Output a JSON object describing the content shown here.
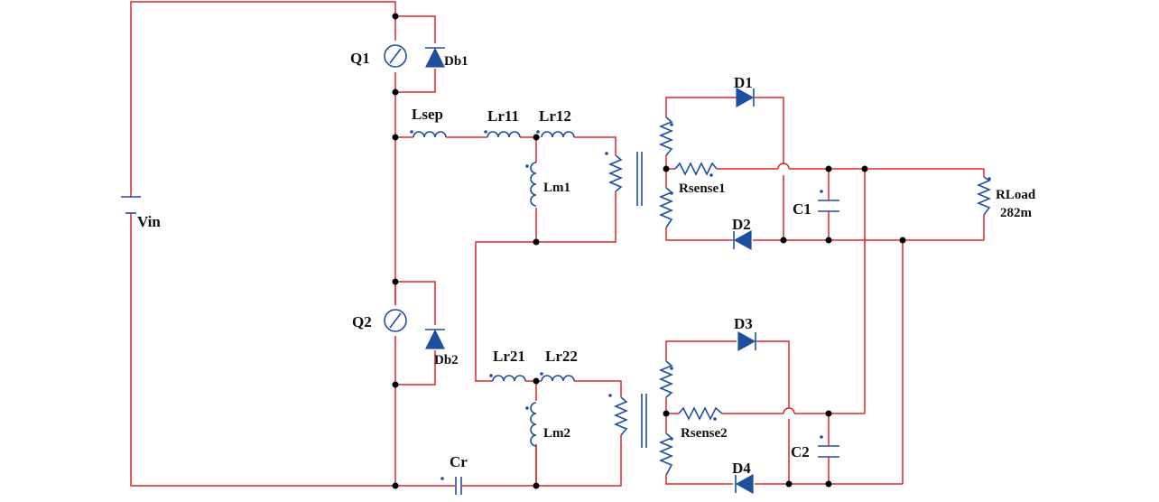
{
  "labels": {
    "vin": "Vin",
    "q1": "Q1",
    "db1": "Db1",
    "q2": "Q2",
    "db2": "Db2",
    "lsep": "Lsep",
    "lr11": "Lr11",
    "lr12": "Lr12",
    "lm1": "Lm1",
    "lr21": "Lr21",
    "lr22": "Lr22",
    "lm2": "Lm2",
    "cr": "Cr",
    "d1": "D1",
    "d2": "D2",
    "d3": "D3",
    "d4": "D4",
    "rsense1": "Rsense1",
    "rsense2": "Rsense2",
    "c1": "C1",
    "c2": "C2",
    "rload": "RLoad",
    "rload_value": "282m"
  },
  "colors": {
    "wire": "#e0262b",
    "component": "#1e4fa0",
    "node": "#000000"
  }
}
